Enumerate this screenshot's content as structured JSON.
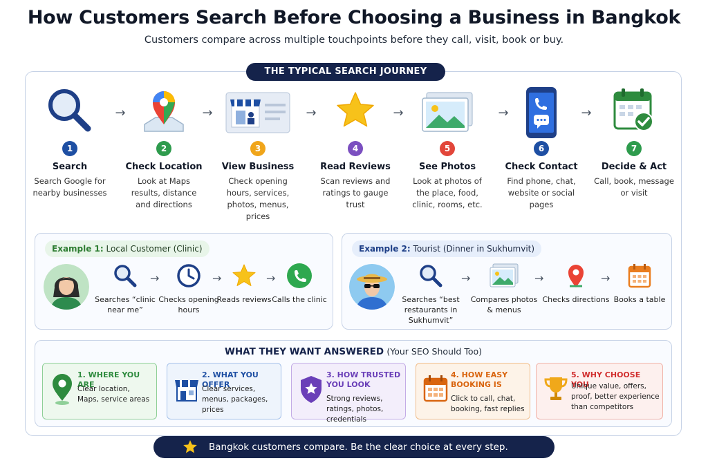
{
  "title": "How Customers Search Before Choosing a Business in Bangkok",
  "subtitle": "Customers compare across multiple touchpoints before they call, visit, book or buy.",
  "journey_label": "THE TYPICAL SEARCH JOURNEY",
  "steps": [
    {
      "num": "1",
      "label": "Search",
      "desc": "Search Google for nearby businesses",
      "color": "#1e4fa3",
      "icon": "magnifier-icon"
    },
    {
      "num": "2",
      "label": "Check Location",
      "desc": "Look at Maps results, distance and directions",
      "color": "#2e9b4d",
      "icon": "map-pin-icon"
    },
    {
      "num": "3",
      "label": "View Business",
      "desc": "Check opening hours, services, photos, menus, prices",
      "color": "#f0a51a",
      "icon": "storefront-card-icon"
    },
    {
      "num": "4",
      "label": "Read Reviews",
      "desc": "Scan reviews and ratings to gauge trust",
      "color": "#7b4fc0",
      "icon": "star-icon"
    },
    {
      "num": "5",
      "label": "See Photos",
      "desc": "Look at photos of the place, food, clinic, rooms, etc.",
      "color": "#e2463a",
      "icon": "photo-gallery-icon"
    },
    {
      "num": "6",
      "label": "Check Contact",
      "desc": "Find phone, chat, website or social pages",
      "color": "#1e4fa3",
      "icon": "phone-chat-icon"
    },
    {
      "num": "7",
      "label": "Decide & Act",
      "desc": "Call, book, message or visit",
      "color": "#2e9b4d",
      "icon": "calendar-check-icon"
    }
  ],
  "example1": {
    "prefix": "Example 1:",
    "label": "Local Customer (Clinic)",
    "steps": [
      "Searches “clinic near me”",
      "Checks opening hours",
      "Reads reviews",
      "Calls the clinic"
    ]
  },
  "example2": {
    "prefix": "Example 2:",
    "label": "Tourist (Dinner in Sukhumvit)",
    "steps": [
      "Searches “best restaurants in Sukhumvit”",
      "Compares photos & menus",
      "Checks directions",
      "Books a table"
    ]
  },
  "want": {
    "title": "WHAT THEY WANT ANSWERED",
    "subtitle": "(Your SEO Should Too)",
    "cards": [
      {
        "title": "1. WHERE YOU ARE",
        "desc": "Clear location, Maps, service areas",
        "color": "#2e8b3e",
        "bg": "#eef8ee",
        "border": "#8fcf98"
      },
      {
        "title": "2. WHAT YOU OFFER",
        "desc": "Clear services, menus, packages, prices",
        "color": "#1e4fa3",
        "bg": "#eef4fc",
        "border": "#a6c2ea"
      },
      {
        "title": "3. HOW TRUSTED YOU LOOK",
        "desc": "Strong reviews, ratings, photos, credentials",
        "color": "#6a3fb8",
        "bg": "#f3eefb",
        "border": "#c3ace6"
      },
      {
        "title": "4. HOW EASY BOOKING IS",
        "desc": "Click to call, chat, booking, fast replies",
        "color": "#d9650f",
        "bg": "#fdf3e8",
        "border": "#f1bd8a"
      },
      {
        "title": "5. WHY CHOOSE YOU",
        "desc": "Unique value, offers, proof, better experience than competitors",
        "color": "#d12f2f",
        "bg": "#fdf0ee",
        "border": "#f0b3aa"
      }
    ]
  },
  "footer": "Bangkok customers compare. Be the clear choice at every step."
}
